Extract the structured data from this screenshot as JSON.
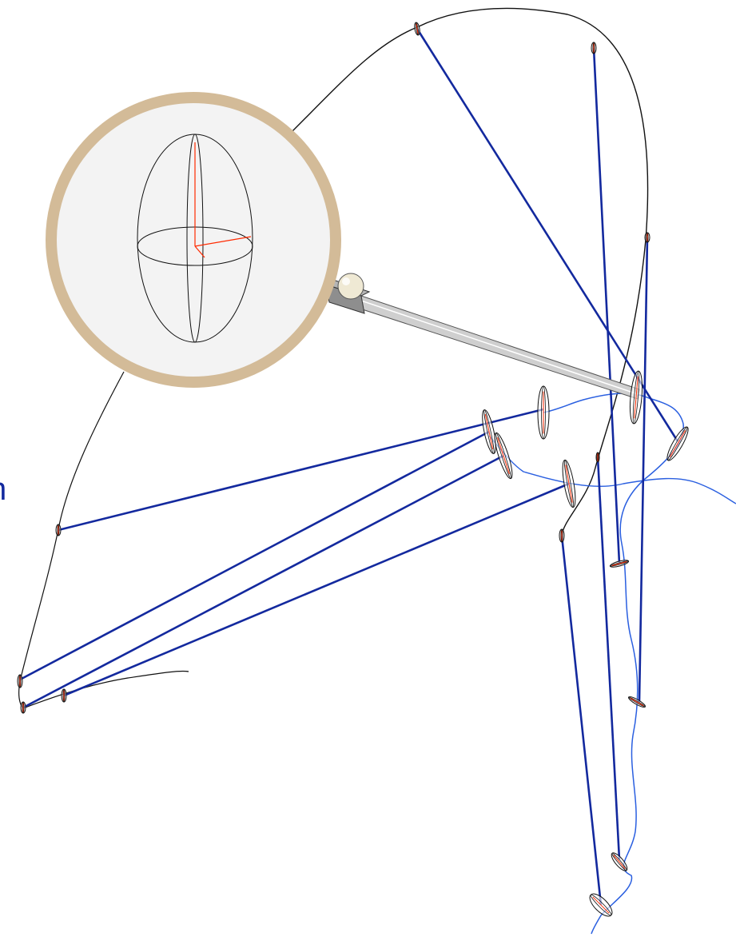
{
  "edge_label": {
    "text": "n"
  },
  "colors": {
    "background": "#ffffff",
    "trajectory_black": "#111111",
    "estimate_blue": "#2a5fe0",
    "correspondence_navy": "#13299e",
    "inset_ring": "#d3bb98",
    "inset_fill": "#f3f3f3",
    "axis_red": "#ff2a00",
    "sensor_body": "#8e8e8e",
    "sensor_bulb": "#efe9d4"
  },
  "icons": {
    "covariance_ellipse": "ellipse-glyph",
    "camera_sensor": "sensor-glyph"
  }
}
